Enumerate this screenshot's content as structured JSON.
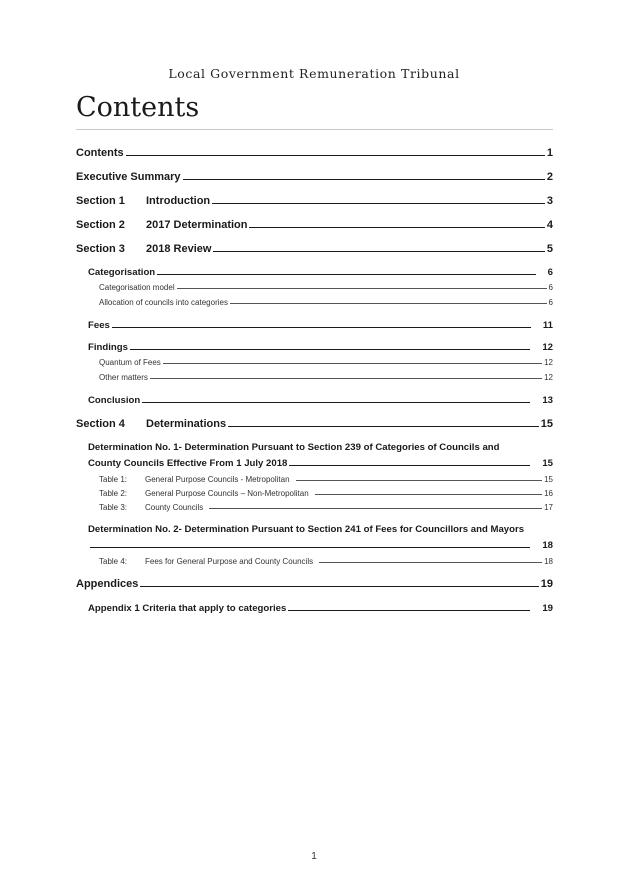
{
  "header": "Local Government Remuneration Tribunal",
  "title": "Contents",
  "toc": {
    "contents": {
      "label": "Contents",
      "page": "1"
    },
    "exec_summary": {
      "label": "Executive Summary",
      "page": "2"
    },
    "section1": {
      "num": "Section 1",
      "label": "Introduction",
      "page": "3"
    },
    "section2": {
      "num": "Section 2",
      "label": "2017 Determination",
      "page": "4"
    },
    "section3": {
      "num": "Section 3",
      "label": "2018 Review",
      "page": "5"
    },
    "categorisation": {
      "label": "Categorisation",
      "page": "6"
    },
    "categorisation_model": {
      "label": "Categorisation model",
      "page": "6"
    },
    "allocation": {
      "label": "Allocation of councils into categories",
      "page": "6"
    },
    "fees": {
      "label": "Fees",
      "page": "11"
    },
    "findings": {
      "label": "Findings",
      "page": "12"
    },
    "quantum": {
      "label": "Quantum of Fees",
      "page": "12"
    },
    "other_matters": {
      "label": "Other matters",
      "page": "12"
    },
    "conclusion": {
      "label": "Conclusion",
      "page": "13"
    },
    "section4": {
      "num": "Section 4",
      "label": "Determinations",
      "page": "15"
    },
    "det1": {
      "line1": "Determination No. 1- Determination Pursuant to Section 239 of Categories of Councils and",
      "line2": "County Councils Effective From 1 July 2018",
      "page": "15"
    },
    "table1": {
      "num": "Table 1:",
      "label": "General Purpose Councils - Metropolitan",
      "page": "15"
    },
    "table2": {
      "num": "Table 2:",
      "label": "General Purpose Councils – Non-Metropolitan",
      "page": "16"
    },
    "table3": {
      "num": "Table 3:",
      "label": "County Councils",
      "page": "17"
    },
    "det2": {
      "line1": "Determination No. 2- Determination Pursuant to Section 241 of Fees for Councillors and Mayors",
      "page": "18"
    },
    "table4": {
      "num": "Table 4:",
      "label": "Fees for General Purpose and County Councils",
      "page": "18"
    },
    "appendices": {
      "label": "Appendices",
      "page": "19"
    },
    "appendix1": {
      "label": "Appendix 1 Criteria that apply to categories",
      "page": "19"
    }
  },
  "footer_page": "1"
}
